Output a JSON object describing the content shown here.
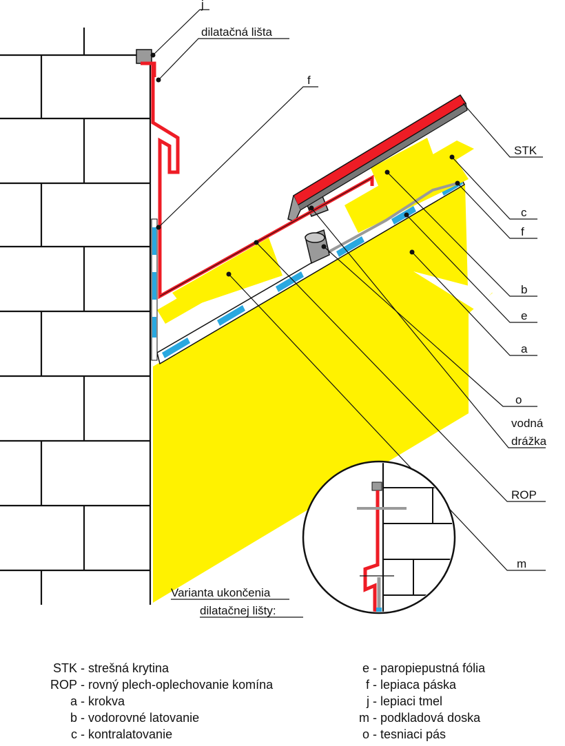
{
  "labels": {
    "j": "j",
    "dilatacna_lista": "dilatačná lišta",
    "f_top": "f",
    "stk": "STK",
    "c": "c",
    "f_right": "f",
    "b": "b",
    "e": "e",
    "a": "a",
    "o": "o",
    "vodna_line1": "vodná",
    "vodna_line2": "drážka",
    "rop": "ROP",
    "m": "m",
    "variant_line1": "Varianta ukončenia",
    "variant_line2": "dilatačnej lišty:"
  },
  "legend_left": [
    {
      "key": "STK",
      "text": "strešná krytina"
    },
    {
      "key": "ROP",
      "text": "rovný plech-oplechovanie komína"
    },
    {
      "key": "a",
      "text": "krokva"
    },
    {
      "key": "b",
      "text": "vodorovné latovanie"
    },
    {
      "key": "c",
      "text": "kontralatovanie"
    }
  ],
  "legend_right": [
    {
      "key": "e",
      "text": "paropiepustná fólia"
    },
    {
      "key": "f",
      "text": "lepiaca páska"
    },
    {
      "key": "j",
      "text": "lepiaci tmel"
    },
    {
      "key": "m",
      "text": "podkladová doska"
    },
    {
      "key": "o",
      "text": "tesniaci pás"
    }
  ],
  "colors": {
    "yellow": "#fff200",
    "red": "#ee1c25",
    "blue": "#29a8e0",
    "gray": "#9a9a9a",
    "line": "#111111"
  }
}
